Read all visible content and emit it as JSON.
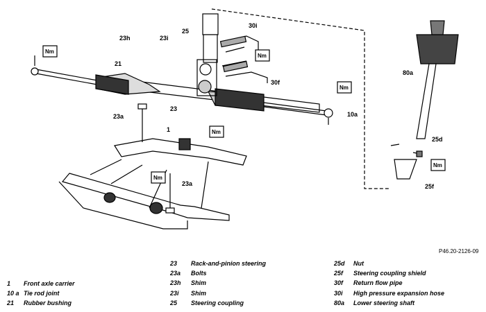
{
  "reference_code": "P46.20-2126-09",
  "torque_label": "Nm",
  "callouts": {
    "c23h": "23h",
    "c23i": "23i",
    "c25": "25",
    "c30i": "30i",
    "c30f": "30f",
    "c21": "21",
    "c23": "23",
    "c23a_top": "23a",
    "c1": "1",
    "c23a_bottom": "23a",
    "c10a": "10a",
    "c80a": "80a",
    "c25d": "25d",
    "c25f": "25f"
  },
  "legend": {
    "col1": [
      {
        "key": "1",
        "label": "Front axle carrier"
      },
      {
        "key": "10 a",
        "label": "Tie rod joint"
      },
      {
        "key": "21",
        "label": "Rubber bushing"
      }
    ],
    "col2": [
      {
        "key": "23",
        "label": "Rack-and-pinion steering"
      },
      {
        "key": "23a",
        "label": "Bolts"
      },
      {
        "key": "23h",
        "label": "Shim"
      },
      {
        "key": "23i",
        "label": "Shim"
      },
      {
        "key": "25",
        "label": "Steering coupling"
      }
    ],
    "col3": [
      {
        "key": "25d",
        "label": "Nut"
      },
      {
        "key": "25f",
        "label": "Steering coupling shield"
      },
      {
        "key": "30f",
        "label": "Return flow pipe"
      },
      {
        "key": "30i",
        "label": "High pressure expansion hose"
      },
      {
        "key": "80a",
        "label": "Lower steering shaft"
      }
    ]
  }
}
